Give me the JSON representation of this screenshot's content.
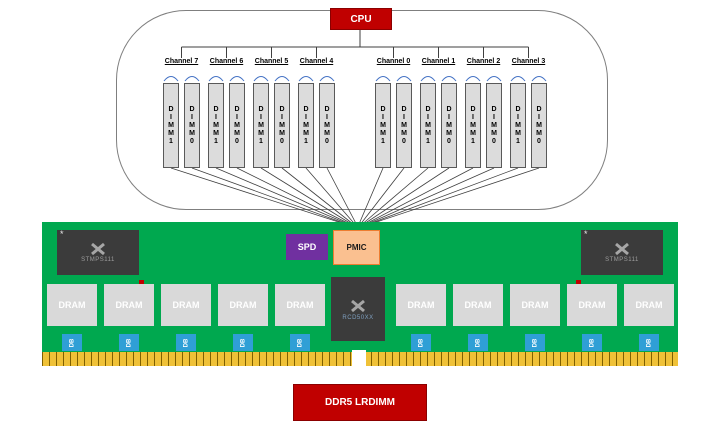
{
  "diagram": {
    "cpu_label": "CPU",
    "channels": [
      {
        "label": "Channel 7",
        "dimms": [
          "DIMM1",
          "DIMM0"
        ]
      },
      {
        "label": "Channel 6",
        "dimms": [
          "DIMM1",
          "DIMM0"
        ]
      },
      {
        "label": "Channel 5",
        "dimms": [
          "DIMM1",
          "DIMM0"
        ]
      },
      {
        "label": "Channel 4",
        "dimms": [
          "DIMM1",
          "DIMM0"
        ]
      },
      {
        "label": "Channel 0",
        "dimms": [
          "DIMM1",
          "DIMM0"
        ]
      },
      {
        "label": "Channel 1",
        "dimms": [
          "DIMM1",
          "DIMM0"
        ]
      },
      {
        "label": "Channel 2",
        "dimms": [
          "DIMM1",
          "DIMM0"
        ]
      },
      {
        "label": "Channel 3",
        "dimms": [
          "DIMM1",
          "DIMM0"
        ]
      }
    ]
  },
  "module": {
    "spd_label": "SPD",
    "pmic_label": "PMIC",
    "voltage_chip_label": "STMPS111",
    "rcd_label": "RCD50XX",
    "dram_label": "DRAM",
    "db_label": "DB",
    "pin1_mark": "*",
    "caption": "DDR5 LRDIMM"
  },
  "colors": {
    "red": "#C00000",
    "pcb_green": "#00A84F",
    "spd_purple": "#7030A0",
    "pmic_orange_fill": "#FAC090",
    "pmic_orange_border": "#ED7D31",
    "db_blue": "#2F9FD6",
    "gold": "#EFC137",
    "chip_dark": "#3B3B3B",
    "dram_gray": "#D9D9D9",
    "brace_blue": "#4472C4",
    "line_dark": "#3F3F3F"
  }
}
